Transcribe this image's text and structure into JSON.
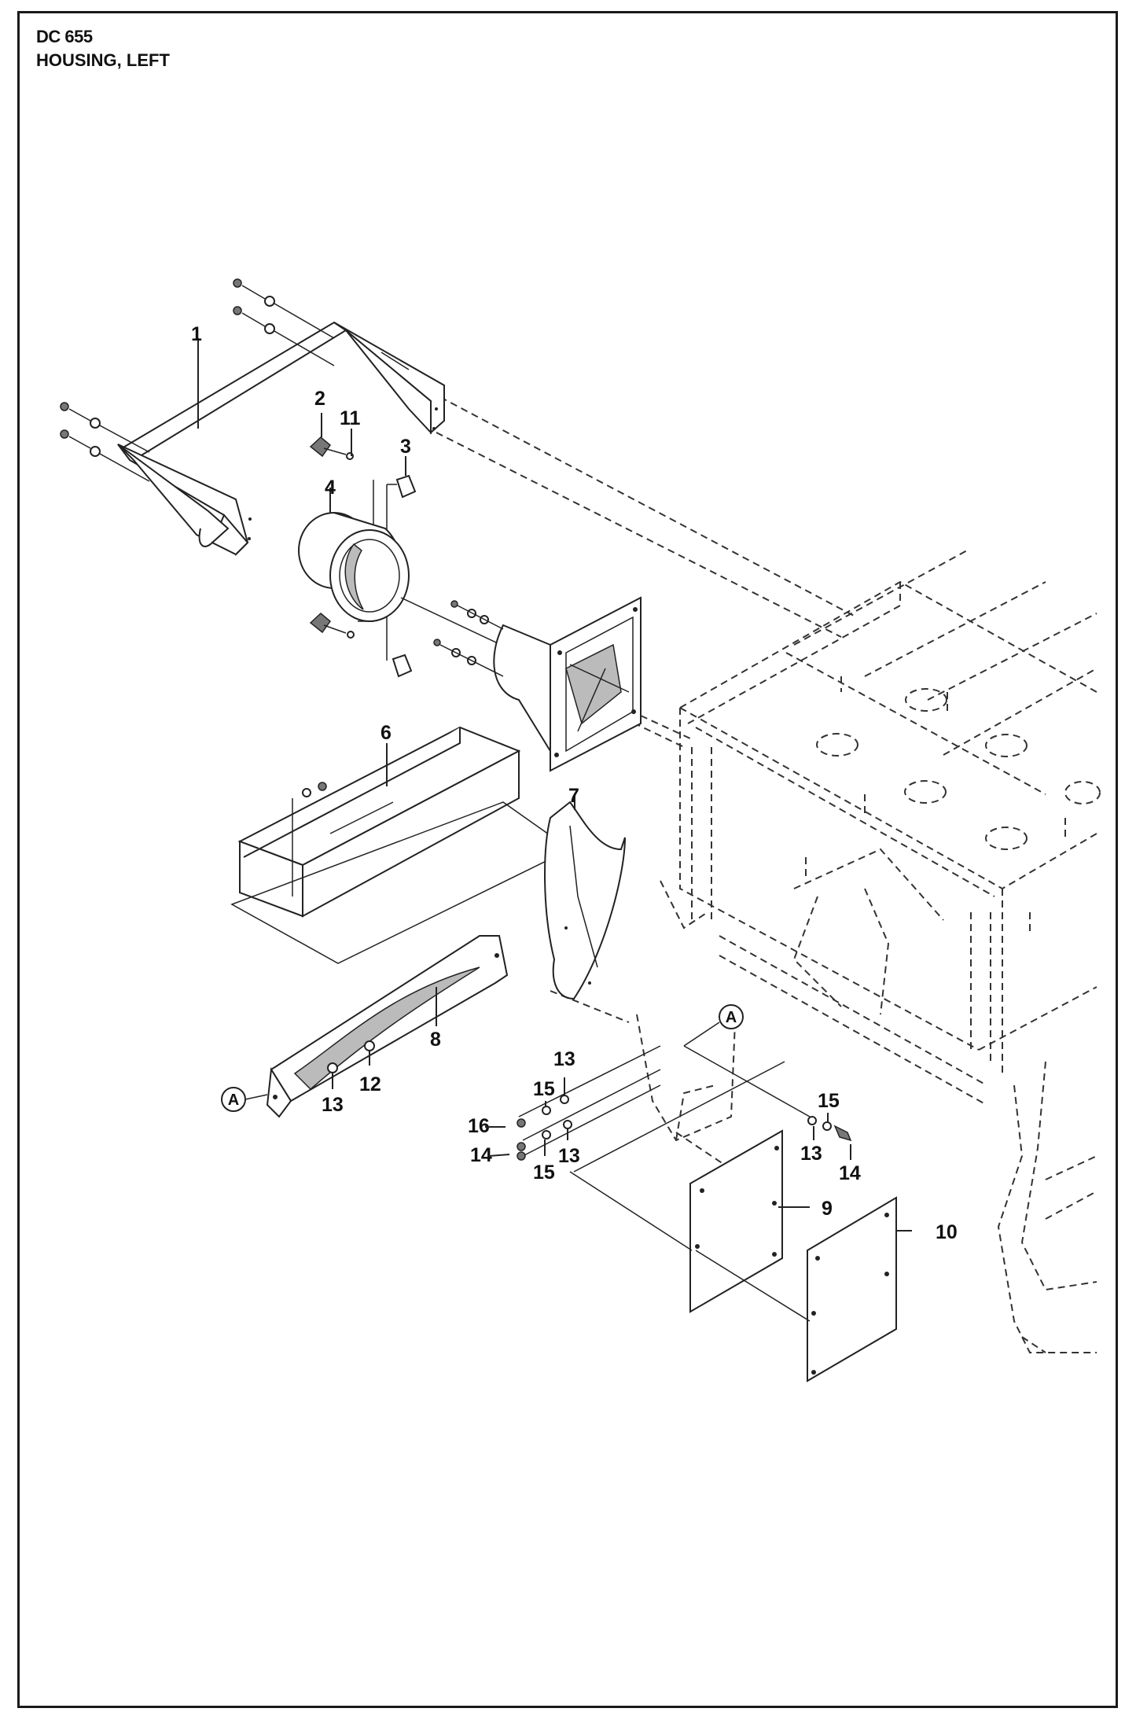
{
  "header": {
    "model": "DC 655",
    "title": "HOUSING, LEFT"
  },
  "callouts": [
    {
      "id": "p1",
      "text": "1"
    },
    {
      "id": "p2",
      "text": "2"
    },
    {
      "id": "p11",
      "text": "11"
    },
    {
      "id": "p3",
      "text": "3"
    },
    {
      "id": "p4",
      "text": "4"
    },
    {
      "id": "p6",
      "text": "6"
    },
    {
      "id": "p7",
      "text": "7"
    },
    {
      "id": "p8",
      "text": "8"
    },
    {
      "id": "p12",
      "text": "12"
    },
    {
      "id": "p13a",
      "text": "13"
    },
    {
      "id": "p13b",
      "text": "13"
    },
    {
      "id": "p13c",
      "text": "13"
    },
    {
      "id": "p13d",
      "text": "13"
    },
    {
      "id": "p15a",
      "text": "15"
    },
    {
      "id": "p15b",
      "text": "15"
    },
    {
      "id": "p15c",
      "text": "15"
    },
    {
      "id": "p16",
      "text": "16"
    },
    {
      "id": "p14a",
      "text": "14"
    },
    {
      "id": "p14b",
      "text": "14"
    },
    {
      "id": "p9",
      "text": "9"
    },
    {
      "id": "p10",
      "text": "10"
    }
  ],
  "references": [
    {
      "id": "refA1",
      "text": "A"
    },
    {
      "id": "refA2",
      "text": "A"
    }
  ]
}
